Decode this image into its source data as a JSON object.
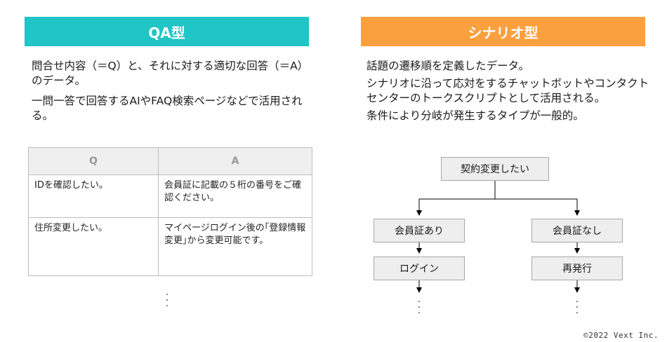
{
  "qa": {
    "header": "QA型",
    "desc1": "問合せ内容（＝Q）と、それに対する適切な回答（＝A）のデータ。",
    "desc2": "一問一答で回答するAIやFAQ検索ページなどで活用される。",
    "table": {
      "col_q": "Q",
      "col_a": "A",
      "rows": [
        {
          "q": "IDを確認したい。",
          "a": "会員証に記載の５桁の番号をご確認ください。"
        },
        {
          "q": "住所変更したい。",
          "a": "マイページログイン後の｢登録情報変更｣から変更可能です。"
        }
      ]
    }
  },
  "scenario": {
    "header": "シナリオ型",
    "desc1": "話題の遷移順を定義したデータ。",
    "desc2": "シナリオに沿って応対をするチャットボットやコンタクトセンターのトークスクリプトとして活用される。",
    "desc3": "条件により分岐が発生するタイプが一般的。",
    "flow": {
      "root": "契約変更したい",
      "branch_yes": "会員証あり",
      "branch_no": "会員証なし",
      "step_yes": "ログイン",
      "step_no": "再発行"
    }
  },
  "copyright": "©2022 Vext Inc."
}
